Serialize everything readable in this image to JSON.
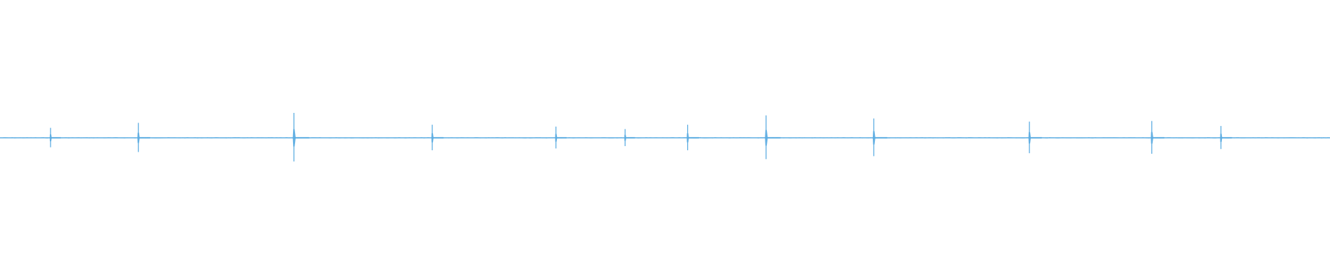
{
  "waveform": {
    "color": "#5dade2",
    "background": "#ffffff",
    "amplitude_range": [
      -1,
      1
    ],
    "baseline_amplitude": 0,
    "spikes": [
      {
        "position": 0.038,
        "amplitude": 0.16
      },
      {
        "position": 0.104,
        "amplitude": 0.24
      },
      {
        "position": 0.221,
        "amplitude": 0.4
      },
      {
        "position": 0.325,
        "amplitude": 0.21
      },
      {
        "position": 0.418,
        "amplitude": 0.18
      },
      {
        "position": 0.47,
        "amplitude": 0.14
      },
      {
        "position": 0.517,
        "amplitude": 0.21
      },
      {
        "position": 0.576,
        "amplitude": 0.36
      },
      {
        "position": 0.657,
        "amplitude": 0.31
      },
      {
        "position": 0.774,
        "amplitude": 0.26
      },
      {
        "position": 0.866,
        "amplitude": 0.27
      },
      {
        "position": 0.918,
        "amplitude": 0.19
      }
    ]
  }
}
